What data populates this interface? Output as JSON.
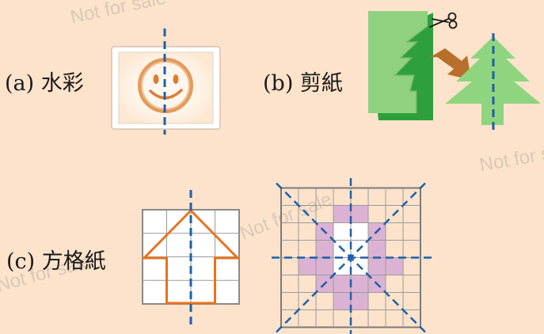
{
  "labels": {
    "a": "(a)  水彩",
    "b": "(b)  剪紙",
    "c": "(c)  方格紙"
  },
  "watermark": "Not for sale",
  "colors": {
    "background": "#fde3cb",
    "axis": "#1f5fa8",
    "paper_green": "#8fd17f",
    "dark_green": "#2faa3c",
    "tree_green": "#8fd57f",
    "arrow_brown": "#b86f2c",
    "orange_line": "#e8731f",
    "purple_fill": "#dcb2d4",
    "grid_line": "#9a9a9a"
  },
  "icons": {
    "scissors": "scissors-icon",
    "arrow": "right-down-arrow"
  }
}
